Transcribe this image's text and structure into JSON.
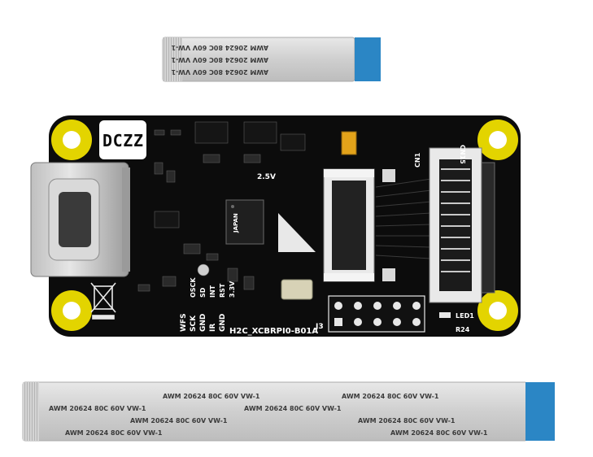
{
  "cable_print": "AWM 20624 80C 60V VW-1",
  "board": {
    "name": "H2C_XCBRPI0-B01A",
    "logo": "DCZZ",
    "connector_labels": [
      "CN1",
      "CN15",
      "J3"
    ],
    "pin_labels": [
      "WFS",
      "SCK",
      "GND",
      "IR",
      "GND",
      "OSCK",
      "SD",
      "INT",
      "RST",
      "3.3V"
    ],
    "led_label": "LED1",
    "resistor_label": "R24",
    "voltage_label": "2.5V",
    "chip_label": "JAPAN"
  },
  "colors": {
    "pcb": "#0c0c0c",
    "pad": "#e3d400",
    "cable": "#cfcfcf",
    "stiffener": "#2b86c5",
    "connector": "#e9e9e9"
  }
}
